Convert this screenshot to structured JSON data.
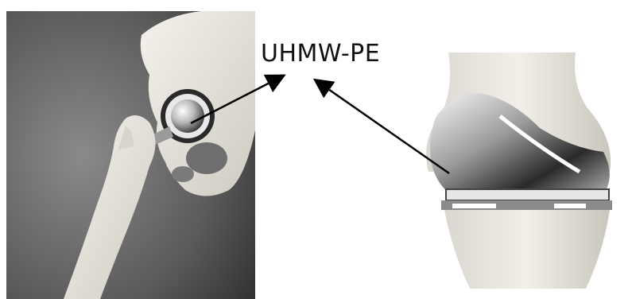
{
  "annotation": {
    "label": "UHMW-PE"
  },
  "images": {
    "hip": {
      "subject": "hip-implant-photo"
    },
    "knee": {
      "subject": "knee-implant-photo"
    }
  },
  "colors": {
    "background": "#ffffff",
    "text": "#111111",
    "arrow": "#000000"
  }
}
